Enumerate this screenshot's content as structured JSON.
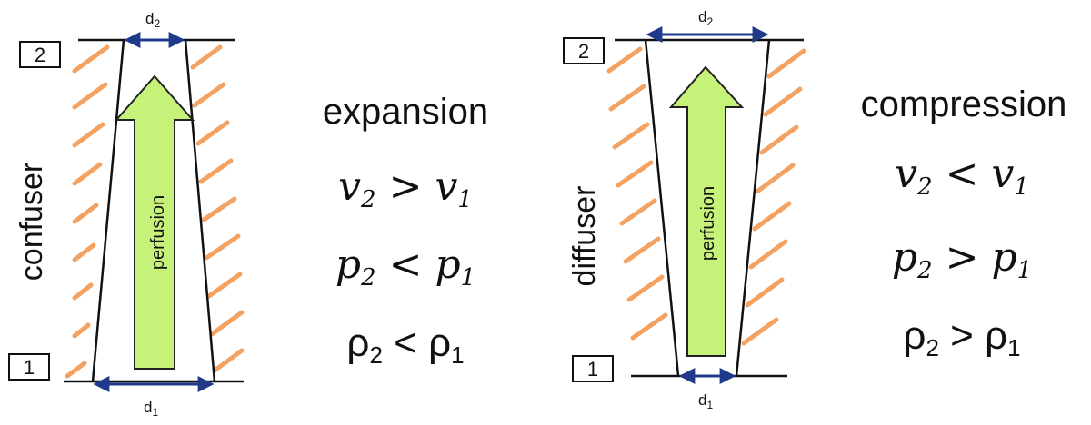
{
  "colors": {
    "hatch": "#f4a261",
    "arrow_fill": "#c7f27a",
    "arrow_stroke": "#222222",
    "dimension": "#1f3a8a",
    "line": "#111111"
  },
  "left_panel": {
    "label": "confuser",
    "station_top": "2",
    "station_bottom": "1",
    "dim_top": "d",
    "dim_top_sub": "2",
    "dim_bottom": "d",
    "dim_bottom_sub": "1",
    "arrow_label": "perfusion",
    "process": "expansion",
    "relations": [
      {
        "lhs": "v",
        "lhs_sub": "2",
        "op": ">",
        "rhs": "v",
        "rhs_sub": "1",
        "style": "math"
      },
      {
        "lhs": "p",
        "lhs_sub": "2",
        "op": "<",
        "rhs": "p",
        "rhs_sub": "1",
        "style": "math"
      },
      {
        "lhs": "ρ",
        "lhs_sub": "2",
        "op": "<",
        "rhs": "ρ",
        "rhs_sub": "1",
        "style": "greek"
      }
    ]
  },
  "right_panel": {
    "label": "diffuser",
    "station_top": "2",
    "station_bottom": "1",
    "dim_top": "d",
    "dim_top_sub": "2",
    "dim_bottom": "d",
    "dim_bottom_sub": "1",
    "arrow_label": "perfusion",
    "process": "compression",
    "relations": [
      {
        "lhs": "v",
        "lhs_sub": "2",
        "op": "<",
        "rhs": "v",
        "rhs_sub": "1",
        "style": "math"
      },
      {
        "lhs": "p",
        "lhs_sub": "2",
        "op": ">",
        "rhs": "p",
        "rhs_sub": "1",
        "style": "math"
      },
      {
        "lhs": "ρ",
        "lhs_sub": "2",
        "op": ">",
        "rhs": "ρ",
        "rhs_sub": "1",
        "style": "greek"
      }
    ]
  }
}
